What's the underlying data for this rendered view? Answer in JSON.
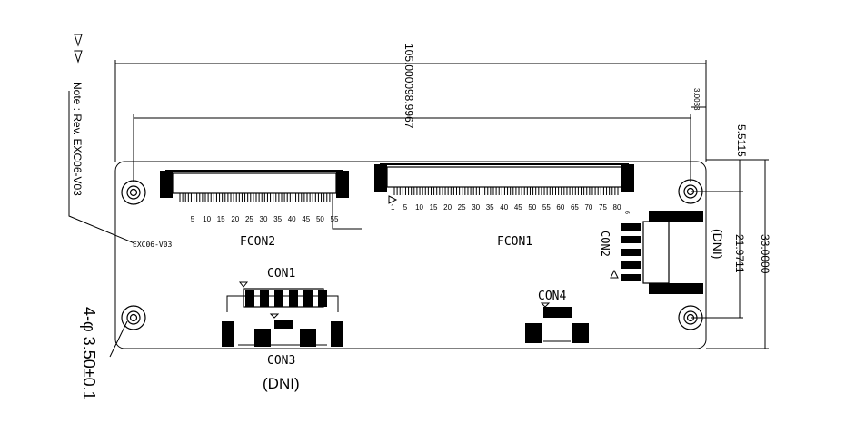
{
  "notes": {
    "note": "Note : Rev. EXC06-V03",
    "rev": "EXC06-V03"
  },
  "dimensions": {
    "overall_width": "105.0000",
    "hole_span": "98.9967",
    "hole_offset": "3.0033",
    "edge_offset": "5.5115",
    "hole_pitch_vertical": "21.9711",
    "overall_height": "33.0000",
    "hole_callout": "4-φ 3.50±0.1"
  },
  "connectors": {
    "fcon2": "FCON2",
    "fcon1": "FCON1",
    "con1": "CON1",
    "con2": "CON2",
    "con3": "CON3",
    "con4": "CON4",
    "dni": "(DNI)"
  },
  "pins": {
    "fcon2": [
      "5",
      "10",
      "15",
      "20",
      "25",
      "30",
      "35",
      "40",
      "45",
      "50",
      "55"
    ],
    "fcon1": [
      "5",
      "10",
      "15",
      "20",
      "25",
      "30",
      "35",
      "40",
      "45",
      "50",
      "55",
      "60",
      "65",
      "70",
      "75",
      "80"
    ],
    "fcon1_first": "1",
    "con2_first": "6"
  }
}
